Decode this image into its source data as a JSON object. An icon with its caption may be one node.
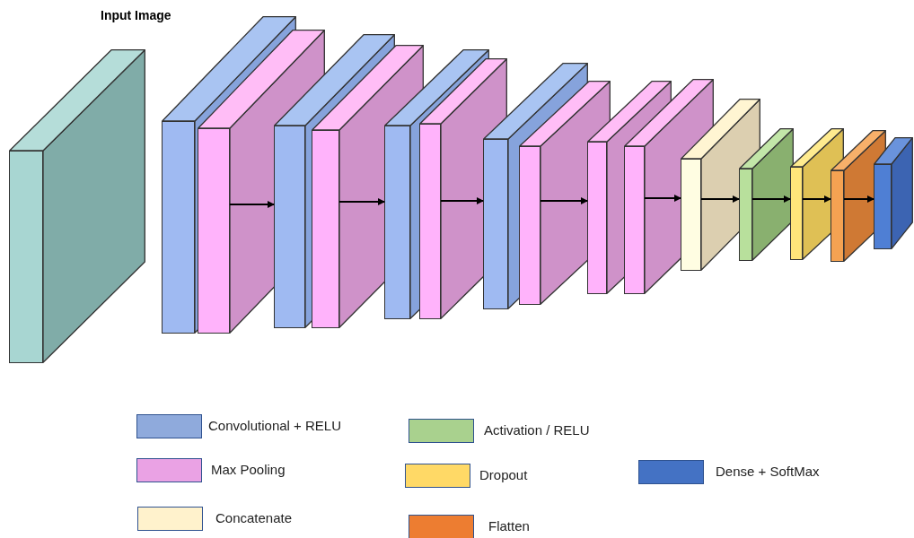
{
  "diagram": {
    "nodes": [
      {
        "text": [],
        "shape": "box"
      },
      {
        "text": [],
        "shape": "box"
      },
      {
        "text": [],
        "shape": "box"
      },
      {
        "text": [],
        "shape": "box"
      },
      {
        "text": [],
        "shape": "box"
      },
      {
        "text": [],
        "shape": "box"
      },
      {
        "text": [],
        "shape": "box"
      },
      {
        "text": [],
        "shape": "box"
      },
      {
        "text": [],
        "shape": "box"
      },
      {
        "text": [],
        "shape": "box"
      },
      {
        "text": [],
        "shape": "box"
      },
      {
        "text": [],
        "shape": "box"
      },
      {
        "text": [],
        "shape": "box"
      },
      {
        "text": [],
        "shape": "box"
      },
      {
        "text": [],
        "shape": "box"
      },
      {
        "text": [],
        "shape": "box"
      }
    ],
    "edges": [
      {
        "from": 2,
        "to": 3,
        "arrow": "to"
      },
      {
        "from": 4,
        "to": 5,
        "arrow": "to"
      },
      {
        "from": 6,
        "to": 7,
        "arrow": "to"
      },
      {
        "from": 8,
        "to": 9,
        "arrow": "to"
      },
      {
        "from": 10,
        "to": 11,
        "arrow": "to"
      },
      {
        "from": 11,
        "to": 12,
        "arrow": "to"
      },
      {
        "from": 12,
        "to": 13,
        "arrow": "to"
      },
      {
        "from": 13,
        "to": 14,
        "arrow": "to"
      },
      {
        "from": 14,
        "to": 15,
        "arrow": "to"
      }
    ],
    "labels": [
      "Input Image"
    ],
    "legend": [
      {
        "text": "Convolutional + RELU",
        "color": "#8faadc"
      },
      {
        "text": "Activation / RELU",
        "color": "#a9d18e"
      },
      {
        "text": "Max Pooling",
        "color": "#eaa2e4"
      },
      {
        "text": "Dropout",
        "color": "#ffd966"
      },
      {
        "text": "Dense + SoftMax",
        "color": "#4472c4"
      },
      {
        "text": "Concatenate",
        "color": "#fff2cc"
      },
      {
        "text": "Flatten",
        "color": "#ed7d31"
      }
    ]
  }
}
